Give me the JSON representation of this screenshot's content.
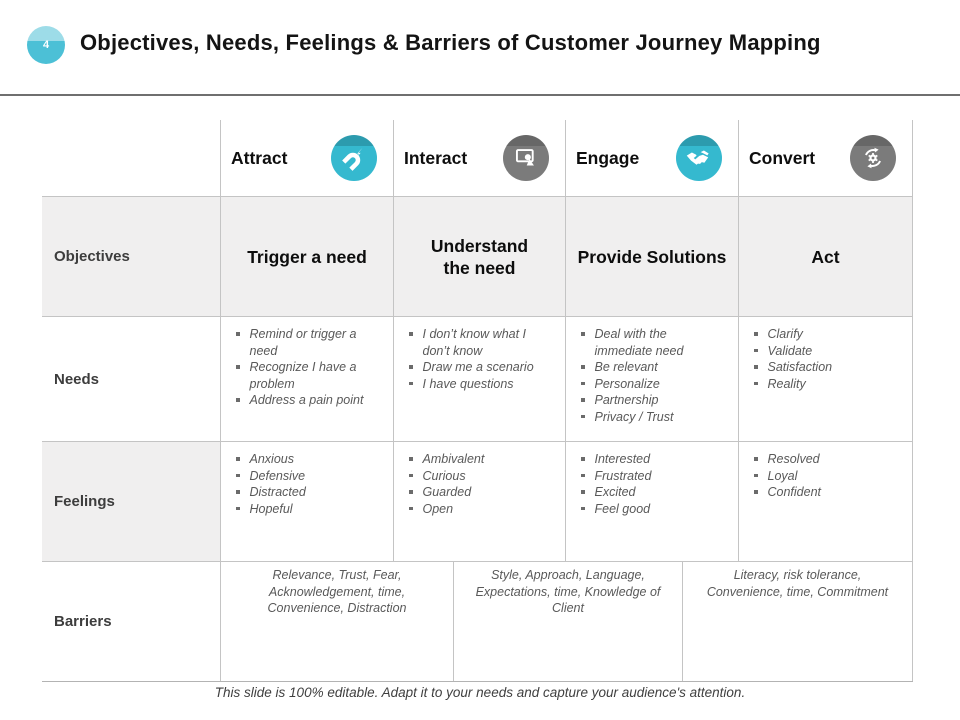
{
  "slide": {
    "page_number": "4",
    "title": "Objectives, Needs, Feelings & Barriers of Customer Journey Mapping",
    "footer": "This slide is 100% editable. Adapt it to your needs and capture your audience's attention."
  },
  "colors": {
    "accent_cyan": "#35b9cf",
    "icon_gray": "#7b7b7b",
    "row_shade": "#f0efef",
    "table_border": "#c4c4c4",
    "bullet_text": "#595959"
  },
  "table": {
    "stages": [
      {
        "label": "Attract",
        "icon": "magnet-icon",
        "color": "#35b9cf"
      },
      {
        "label": "Interact",
        "icon": "touch-screen-icon",
        "color": "#7b7b7b"
      },
      {
        "label": "Engage",
        "icon": "handshake-icon",
        "color": "#35b9cf"
      },
      {
        "label": "Convert",
        "icon": "process-gear-icon",
        "color": "#7b7b7b"
      }
    ],
    "rows": {
      "objectives": {
        "label": "Objectives",
        "cells": [
          "Trigger a need",
          "Understand the need",
          "Provide Solutions",
          "Act"
        ]
      },
      "needs": {
        "label": "Needs",
        "cells": [
          [
            "Remind or trigger a need",
            "Recognize I have a problem",
            "Address a pain point"
          ],
          [
            "I don’t know what I don’t know",
            "Draw me a scenario",
            "I have questions"
          ],
          [
            "Deal with the immediate need",
            "Be relevant",
            "Personalize",
            "Partnership",
            "Privacy / Trust"
          ],
          [
            "Clarify",
            "Validate",
            "Satisfaction",
            "Reality"
          ]
        ]
      },
      "feelings": {
        "label": "Feelings",
        "cells": [
          [
            "Anxious",
            "Defensive",
            "Distracted",
            "Hopeful"
          ],
          [
            "Ambivalent",
            "Curious",
            "Guarded",
            "Open"
          ],
          [
            "Interested",
            "Frustrated",
            "Excited",
            "Feel good"
          ],
          [
            "Resolved",
            "Loyal",
            "Confident"
          ]
        ]
      },
      "barriers": {
        "label": "Barriers",
        "cells": [
          "Relevance, Trust, Fear, Acknowledgement, time, Convenience, Distraction",
          "Style, Approach, Language, Expectations, time, Knowledge of Client",
          "Literacy, risk tolerance, Convenience, time, Commitment"
        ]
      }
    }
  }
}
